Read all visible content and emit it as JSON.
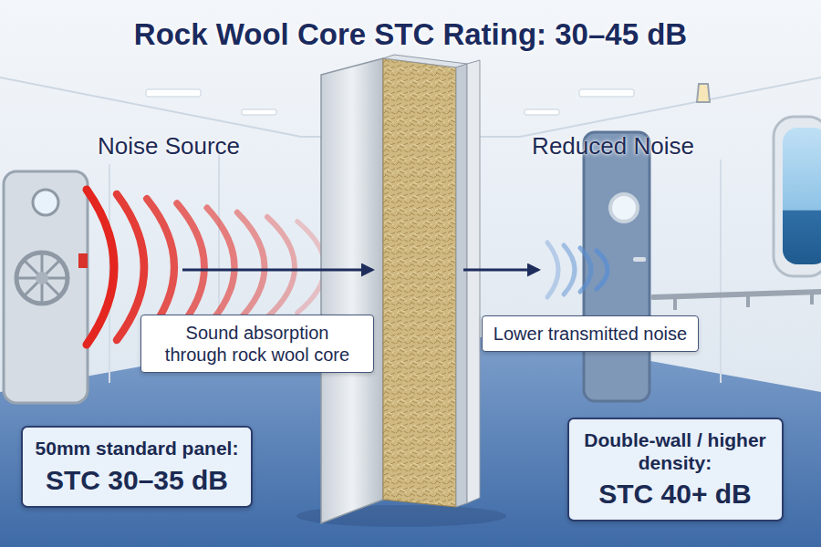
{
  "diagram": {
    "title": "Rock Wool Core STC Rating: 30–45 dB",
    "nodes": [
      {
        "text": [
          "Sound absorption through rock wool core"
        ]
      },
      {
        "text": [
          "Lower transmitted noise"
        ]
      },
      {
        "text": [
          "50mm standard panel:",
          "STC 30–35 dB"
        ]
      },
      {
        "text": [
          "Double-wall / higher density:",
          "STC 40+ dB"
        ]
      }
    ],
    "labels": [
      "Noise Source",
      "Reduced Noise"
    ]
  }
}
